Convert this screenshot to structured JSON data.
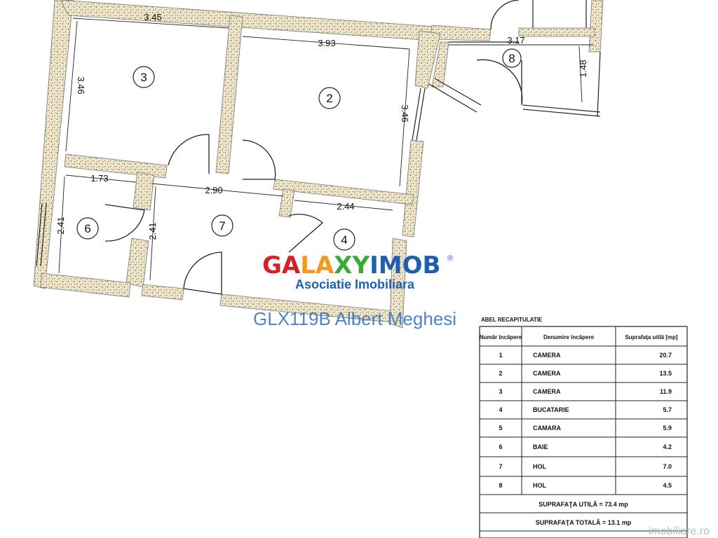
{
  "dimensions": {
    "room3_width": "3.45",
    "room3_height": "3.46",
    "room2_width": "3.93",
    "room2_height": "3.46",
    "room8_width": "3.17",
    "room8_height": "1.48",
    "room6_width": "1.73",
    "room6_height": "2.41",
    "hall_width": "2.90",
    "hall_height": "2.41",
    "room4_width": "2.44"
  },
  "room_labels": [
    "3",
    "2",
    "8",
    "6",
    "7",
    "4"
  ],
  "watermark": {
    "brand_parts": [
      "GALAXY",
      "IMOB"
    ],
    "registered_mark": "®",
    "tagline": "Asociatie Imobiliara",
    "reference": "GLX119B Albert Meghesi",
    "colors": {
      "red": "#d42027",
      "orange": "#f39a1e",
      "green": "#3aa935",
      "blue": "#1e5fb0"
    }
  },
  "table": {
    "title": "ABEL RECAPITULATIE",
    "headers": [
      "Număr încăpere",
      "Denumire încăpere",
      "Suprafaţa utilă [mp]"
    ],
    "rows": [
      {
        "nr": "1",
        "name": "CAMERA",
        "area": "20.7"
      },
      {
        "nr": "2",
        "name": "CAMERA",
        "area": "13.5"
      },
      {
        "nr": "3",
        "name": "CAMERA",
        "area": "11.9"
      },
      {
        "nr": "4",
        "name": "BUCATARIE",
        "area": "5.7"
      },
      {
        "nr": "5",
        "name": "CAMARA",
        "area": "5.9"
      },
      {
        "nr": "6",
        "name": "BAIE",
        "area": "4.2"
      },
      {
        "nr": "7",
        "name": "HOL",
        "area": "7.0"
      },
      {
        "nr": "8",
        "name": "HOL",
        "area": "4.5"
      }
    ],
    "useful_area": "SUPRAFAŢA UTILĂ = 73.4  mp",
    "total_area": "SUPRAFAŢA TOTALĂ = 13.1  mp"
  },
  "corner_mark": "imobiliare.ro"
}
